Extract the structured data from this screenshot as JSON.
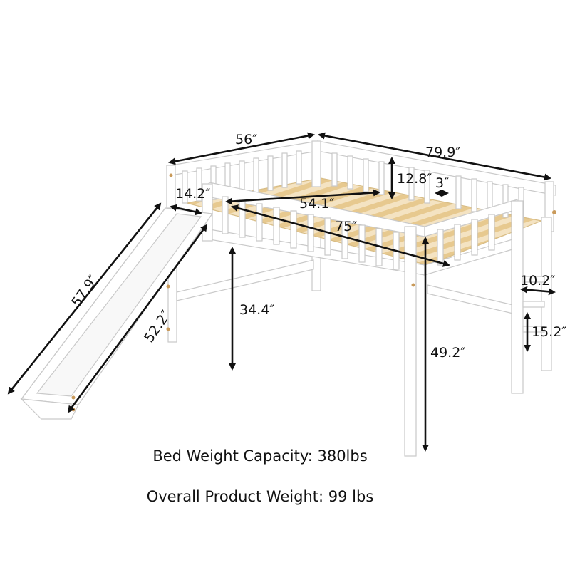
{
  "dimensions": {
    "bed_width": "56″",
    "bed_length": "79.9″",
    "guardrail_height": "12.8″",
    "slat_gap": "3″",
    "slide_entry": "14.2″",
    "mattress_width": "54.1″",
    "mattress_length": "75″",
    "slide_length": "57.9″",
    "slide_inner_length": "52.2″",
    "underbed_clearance": "34.4″",
    "overall_height": "49.2″",
    "ladder_width": "10.2″",
    "ladder_step_spacing": "15.2″"
  },
  "specs": {
    "weight_capacity": "Bed Weight Capacity: 380lbs",
    "product_weight": "Overall Product Weight: 99 lbs"
  },
  "colors": {
    "frame": "#ffffff",
    "frame_outline": "#c9c9c9",
    "slats": "#e9cf9e",
    "arrow": "#111111"
  }
}
